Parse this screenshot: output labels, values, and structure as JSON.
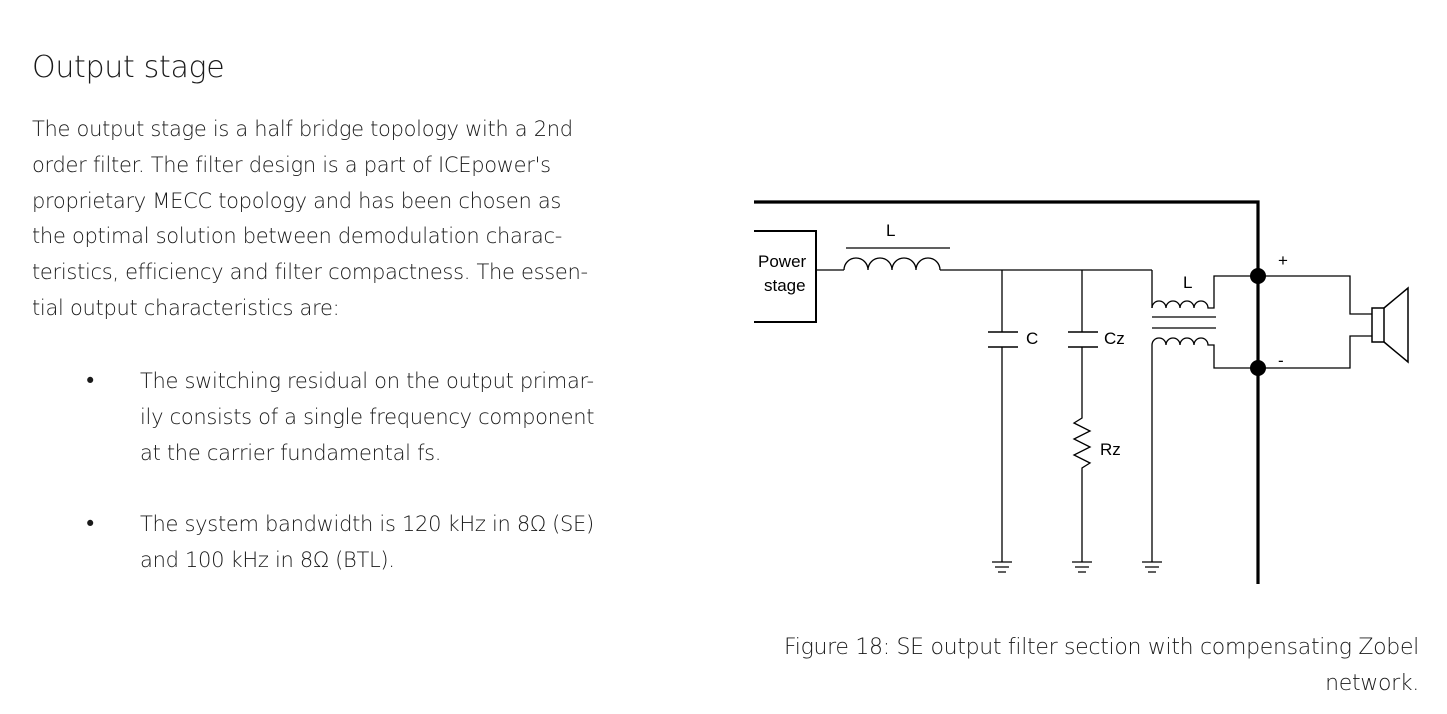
{
  "section": {
    "title": "Output stage"
  },
  "intro": {
    "lines": [
      "The output stage is a half bridge topology with a 2nd",
      "order filter. The filter design is a part of ICEpower's",
      "proprietary MECC topology and has been chosen as",
      "the optimal solution between demodulation charac-",
      "teristics, efficiency and filter compactness. The essen-",
      "tial output characteristics are:"
    ]
  },
  "bullets": [
    {
      "lines": [
        "The switching residual on the output primar-",
        "ily consists of a single frequency component",
        "at the carrier fundamental fs."
      ]
    },
    {
      "lines": [
        "The system bandwidth is 120 kHz in 8Ω (SE)",
        "and 100 kHz in 8Ω (BTL)."
      ]
    }
  ],
  "bullet_glyph": "•",
  "figure": {
    "labels": {
      "power": "Power",
      "stage": "stage",
      "inductor_1": "L",
      "inductor_2": "L",
      "capacitor": "C",
      "zobel_capacitor": "Cz",
      "zobel_resistor": "Rz",
      "plus": "+",
      "minus": "-"
    },
    "caption_lines": [
      "Figure 18: SE output filter section with compensating Zobel",
      "network."
    ]
  }
}
